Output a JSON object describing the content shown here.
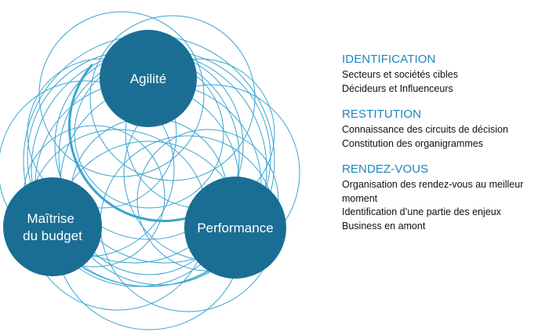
{
  "colors": {
    "circle_fill": "#1a6e94",
    "ring_stroke": "#3aa5d1",
    "section_title": "#1b86c1",
    "section_text": "#111111"
  },
  "nodes": [
    {
      "lines": [
        "Agilité"
      ]
    },
    {
      "lines": [
        "Maîtrise",
        "du budget"
      ]
    },
    {
      "lines": [
        "Performance"
      ]
    }
  ],
  "sections": [
    {
      "title": "IDENTIFICATION",
      "lines": [
        "Secteurs et sociétés cibles",
        "Décideurs et Influenceurs"
      ]
    },
    {
      "title": "RESTITUTION",
      "lines": [
        "Connaissance des circuits de décision",
        "Constitution des organigrammes"
      ]
    },
    {
      "title": "RENDEZ-VOUS",
      "lines": [
        "Organisation des rendez-vous au meilleur",
        "moment",
        "Identification d’une partie des enjeux",
        "Business en amont"
      ]
    }
  ]
}
